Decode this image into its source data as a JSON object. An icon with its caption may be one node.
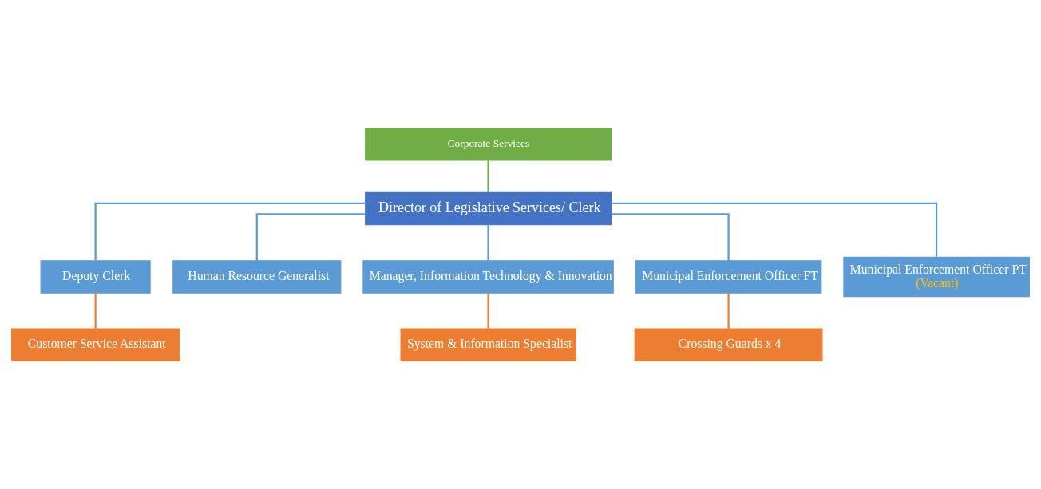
{
  "diagram": {
    "nodes": [
      {
        "text": [
          "Corporate Services"
        ]
      },
      {
        "text": [
          "Director of Legislative Services/ Clerk"
        ]
      },
      {
        "text": [
          "Deputy Clerk"
        ]
      },
      {
        "text": [
          "Human Resource Generalist"
        ]
      },
      {
        "text": [
          "Manager, Information Technology & Innovation"
        ]
      },
      {
        "text": [
          "Municipal Enforcement Officer FT"
        ]
      },
      {
        "text": [
          "Municipal Enforcement Officer PT",
          "(Vacant)"
        ]
      },
      {
        "text": [
          "Customer Service Assistant"
        ]
      },
      {
        "text": [
          "System & Information Specialist"
        ]
      },
      {
        "text": [
          "Crossing Guards x 4"
        ]
      }
    ],
    "edges": [
      {
        "from": 0,
        "to": 1,
        "arrow": "none",
        "color": "#70ad47"
      },
      {
        "from": 1,
        "to": 2,
        "arrow": "none"
      },
      {
        "from": 1,
        "to": 3,
        "arrow": "none"
      },
      {
        "from": 1,
        "to": 4,
        "arrow": "none"
      },
      {
        "from": 1,
        "to": 5,
        "arrow": "none"
      },
      {
        "from": 1,
        "to": 6,
        "arrow": "none"
      },
      {
        "from": 2,
        "to": 7,
        "arrow": "none",
        "color": "#ed7d31"
      },
      {
        "from": 4,
        "to": 8,
        "arrow": "none",
        "color": "#ed7d31"
      },
      {
        "from": 5,
        "to": 9,
        "arrow": "none",
        "color": "#ed7d31"
      }
    ]
  }
}
